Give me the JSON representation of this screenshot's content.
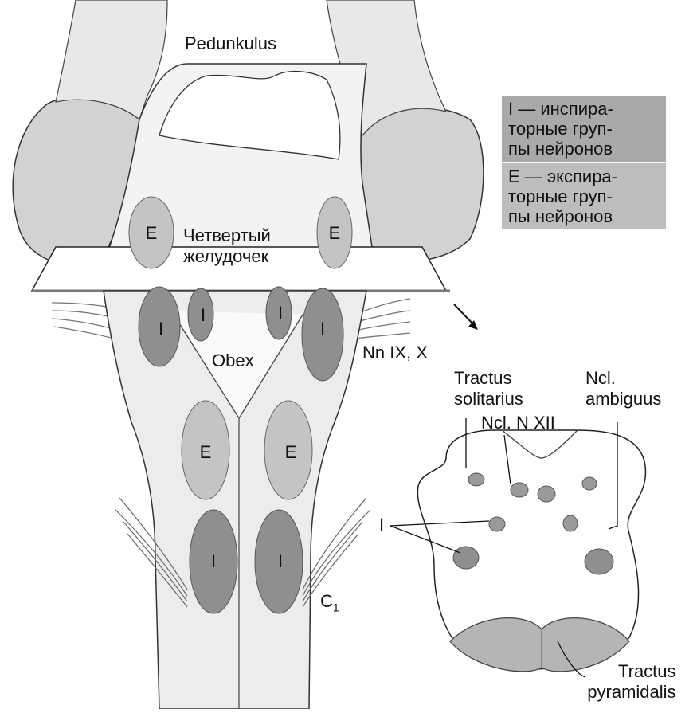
{
  "labels": {
    "pedunkulus": "Pedunkulus",
    "fourth_ventricle": [
      "Четвертый",
      "желудочек"
    ],
    "obex": "Obex",
    "nerves": "Nn IX, X",
    "c1_base": "C",
    "c1_sub": "1",
    "tractus_solitarius": [
      "Tractus",
      "solitarius"
    ],
    "ncl_ambiguus": [
      "Ncl.",
      "ambiguus"
    ],
    "ncl_n_xii": "Ncl. N XII",
    "cross_section_i": "I",
    "tractus_pyramidalis": [
      "Tractus",
      "pyramidalis"
    ]
  },
  "nuclei_marks": {
    "inspiratory": "I",
    "expiratory": "E"
  },
  "legend": {
    "inspiratory": [
      "I — инспира-",
      "торные груп-",
      "пы нейронов"
    ],
    "expiratory": [
      "E — экспира-",
      "торные груп-",
      "пы нейронов"
    ]
  },
  "colors": {
    "inspiratory_fill": "#8f8f8f",
    "expiratory_fill": "#bdbdbd",
    "tissue": "#f4f4f4",
    "outline": "#222222",
    "legend_i_bg": "#a9a9a9",
    "legend_e_bg": "#bdbdbd"
  }
}
